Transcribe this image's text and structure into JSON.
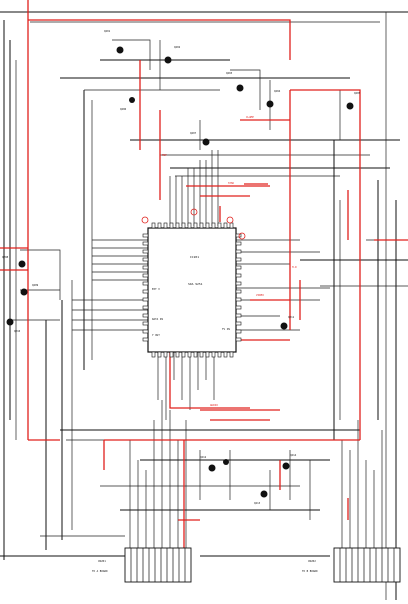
{
  "ic": {
    "label_top": "IC201",
    "label_mid": "SDA 9251",
    "pins_left": [
      "EXT V",
      "DATA IN",
      "Y OUT"
    ],
    "pins_right": [
      "TV IN"
    ]
  },
  "connectors": {
    "left": {
      "name": "CN201",
      "label": "TO A BOARD"
    },
    "right": {
      "name": "CN202",
      "label": "TO B BOARD"
    }
  },
  "signals": {
    "clamp": "CLAMP",
    "fbp": "FBP",
    "sync": "SYNC",
    "video": "VIDEO",
    "audio": "AUDIO",
    "hd": "H.D"
  },
  "transistors": [
    "Q201",
    "Q202",
    "Q203",
    "Q204",
    "Q205",
    "Q206",
    "Q207",
    "Q208",
    "Q209",
    "Q210",
    "Q211",
    "Q212",
    "Q213",
    "Q214"
  ],
  "colors": {
    "signal": "#e0201c",
    "wire": "#111111"
  }
}
